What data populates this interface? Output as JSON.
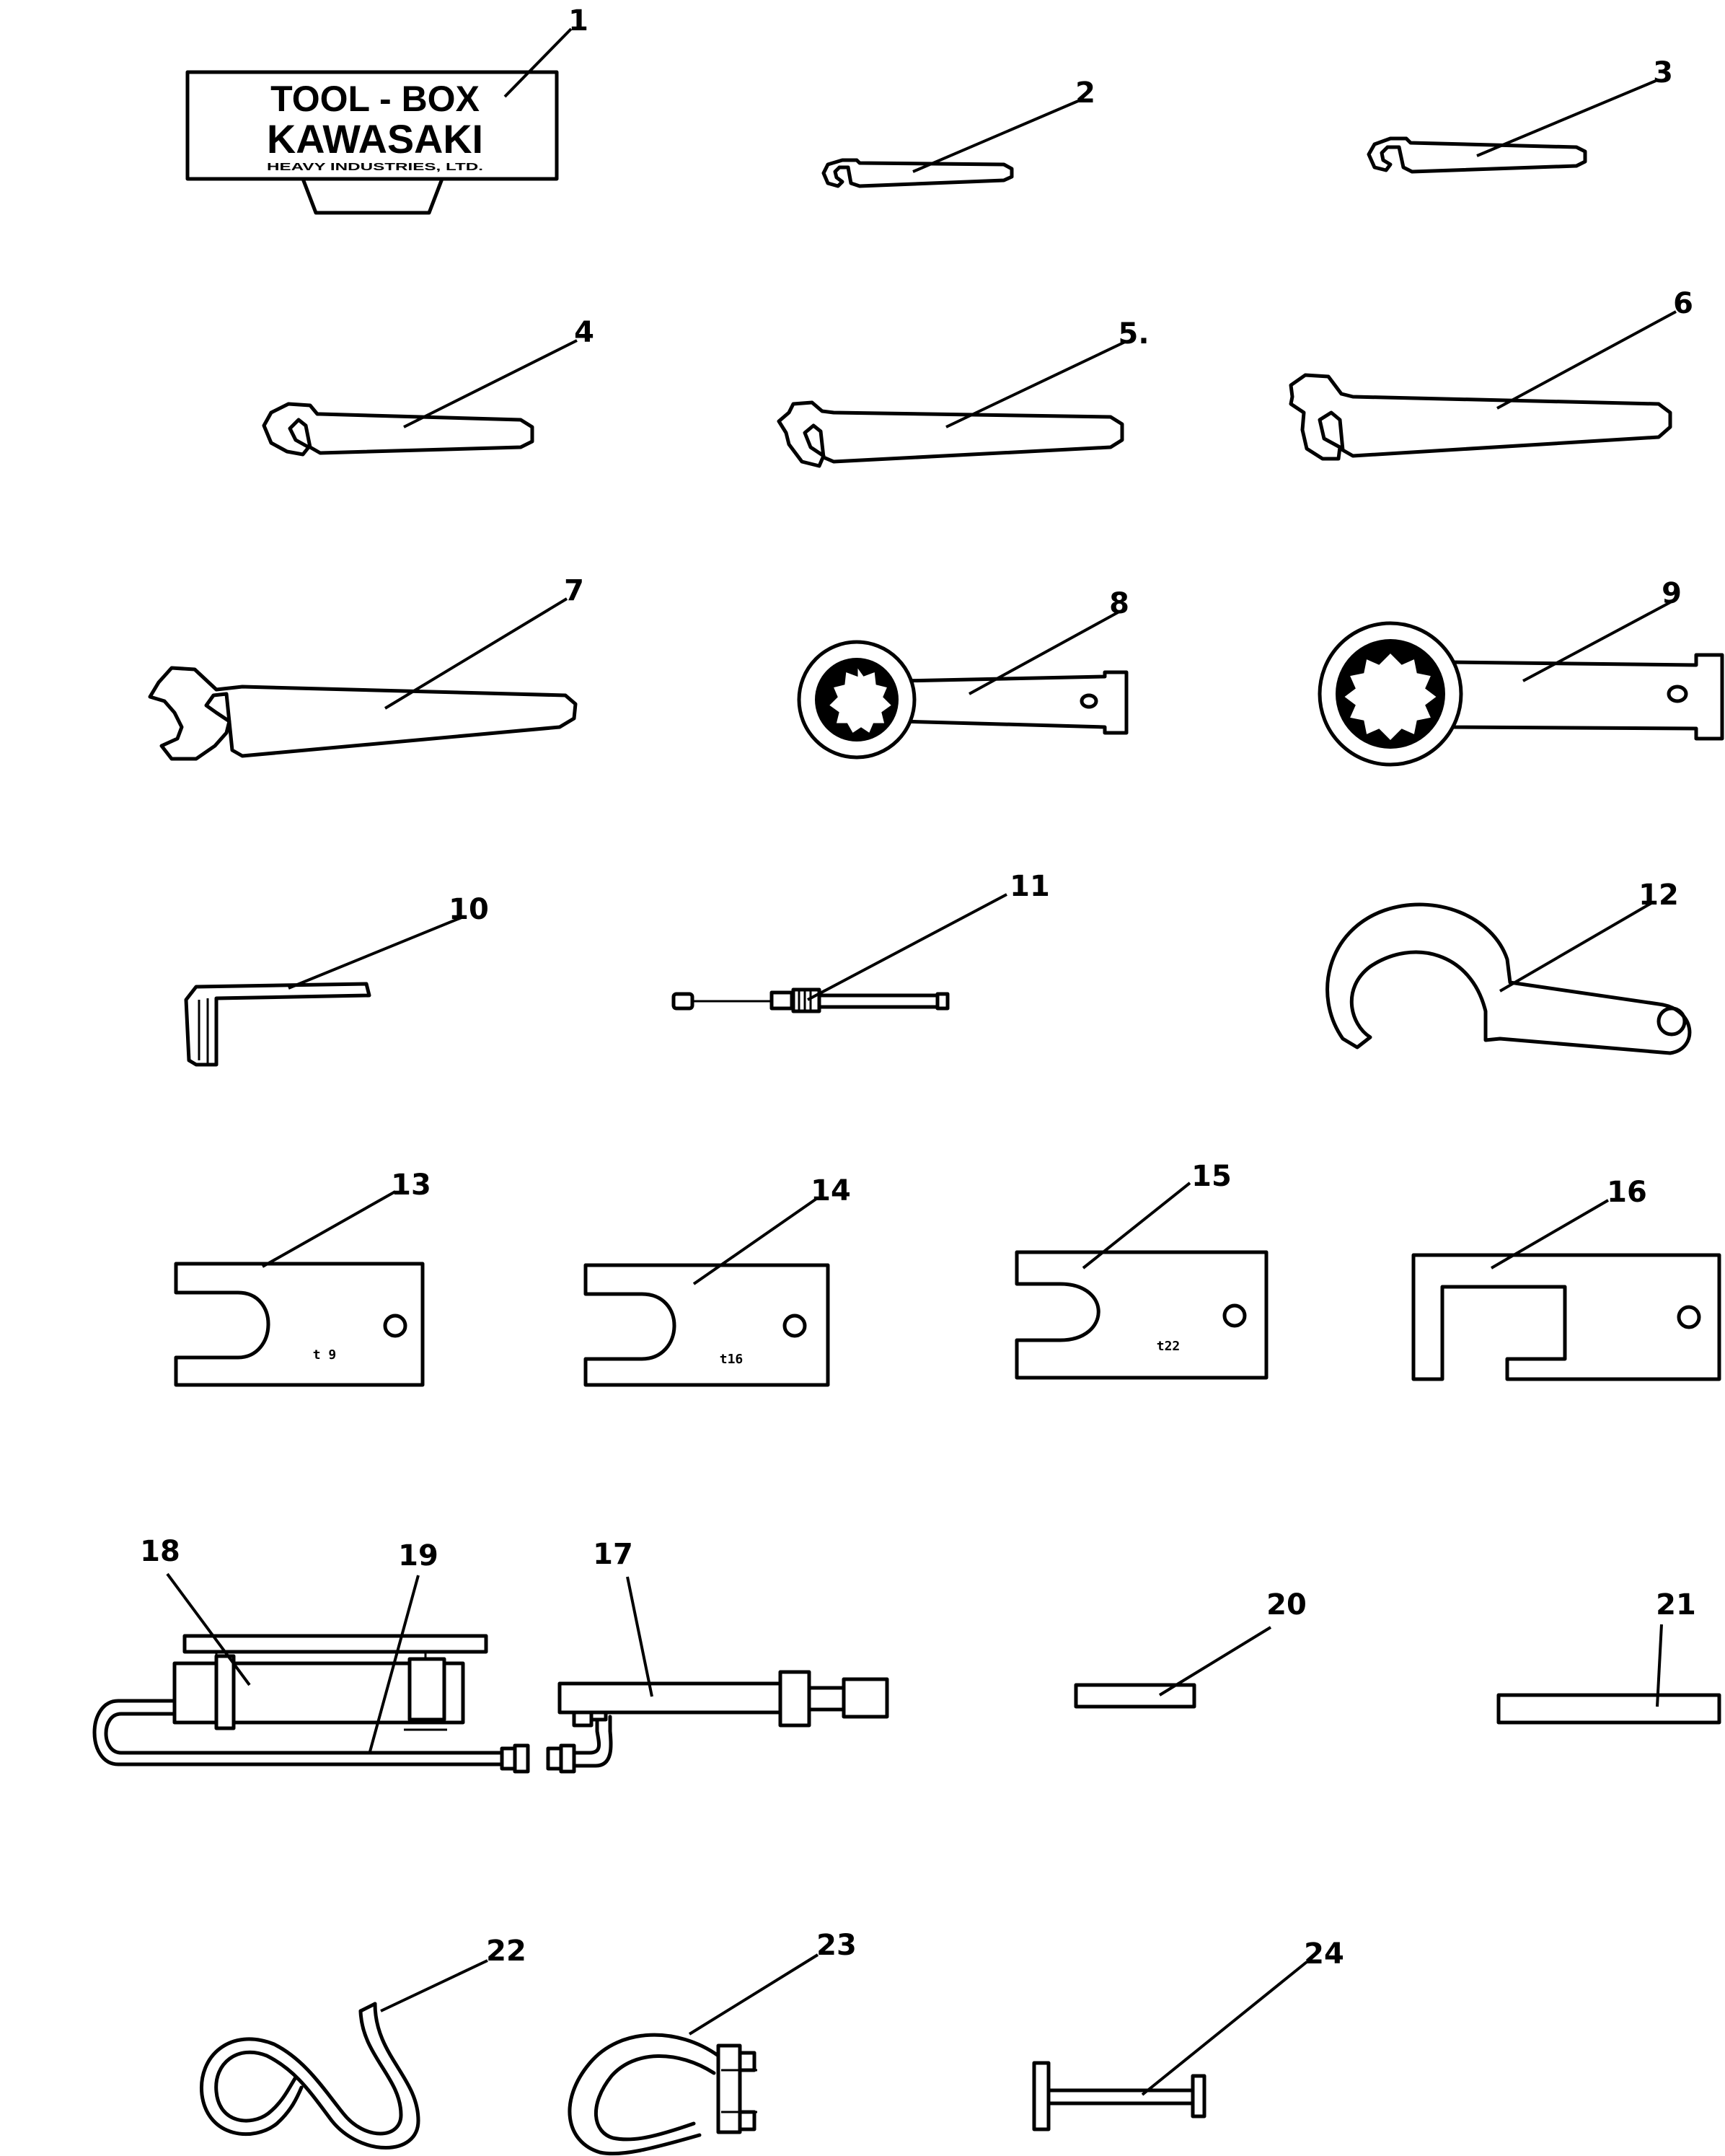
{
  "tool_box": {
    "line1": "TOOL - BOX",
    "line2": "KAWASAKI",
    "line3": "HEAVY INDUSTRIES, LTD."
  },
  "stamps": {
    "s13": "t 9",
    "s14": "t16",
    "s15": "t22"
  },
  "callouts": {
    "c1": "1",
    "c2": "2",
    "c3": "3",
    "c4": "4",
    "c5": "5.",
    "c6": "6",
    "c7": "7",
    "c8": "8",
    "c9": "9",
    "c10": "10",
    "c11": "11",
    "c12": "12",
    "c13": "13",
    "c14": "14",
    "c15": "15",
    "c16": "16",
    "c17": "17",
    "c18": "18",
    "c19": "19",
    "c20": "20",
    "c21": "21",
    "c22": "22",
    "c23": "23",
    "c24": "24"
  }
}
